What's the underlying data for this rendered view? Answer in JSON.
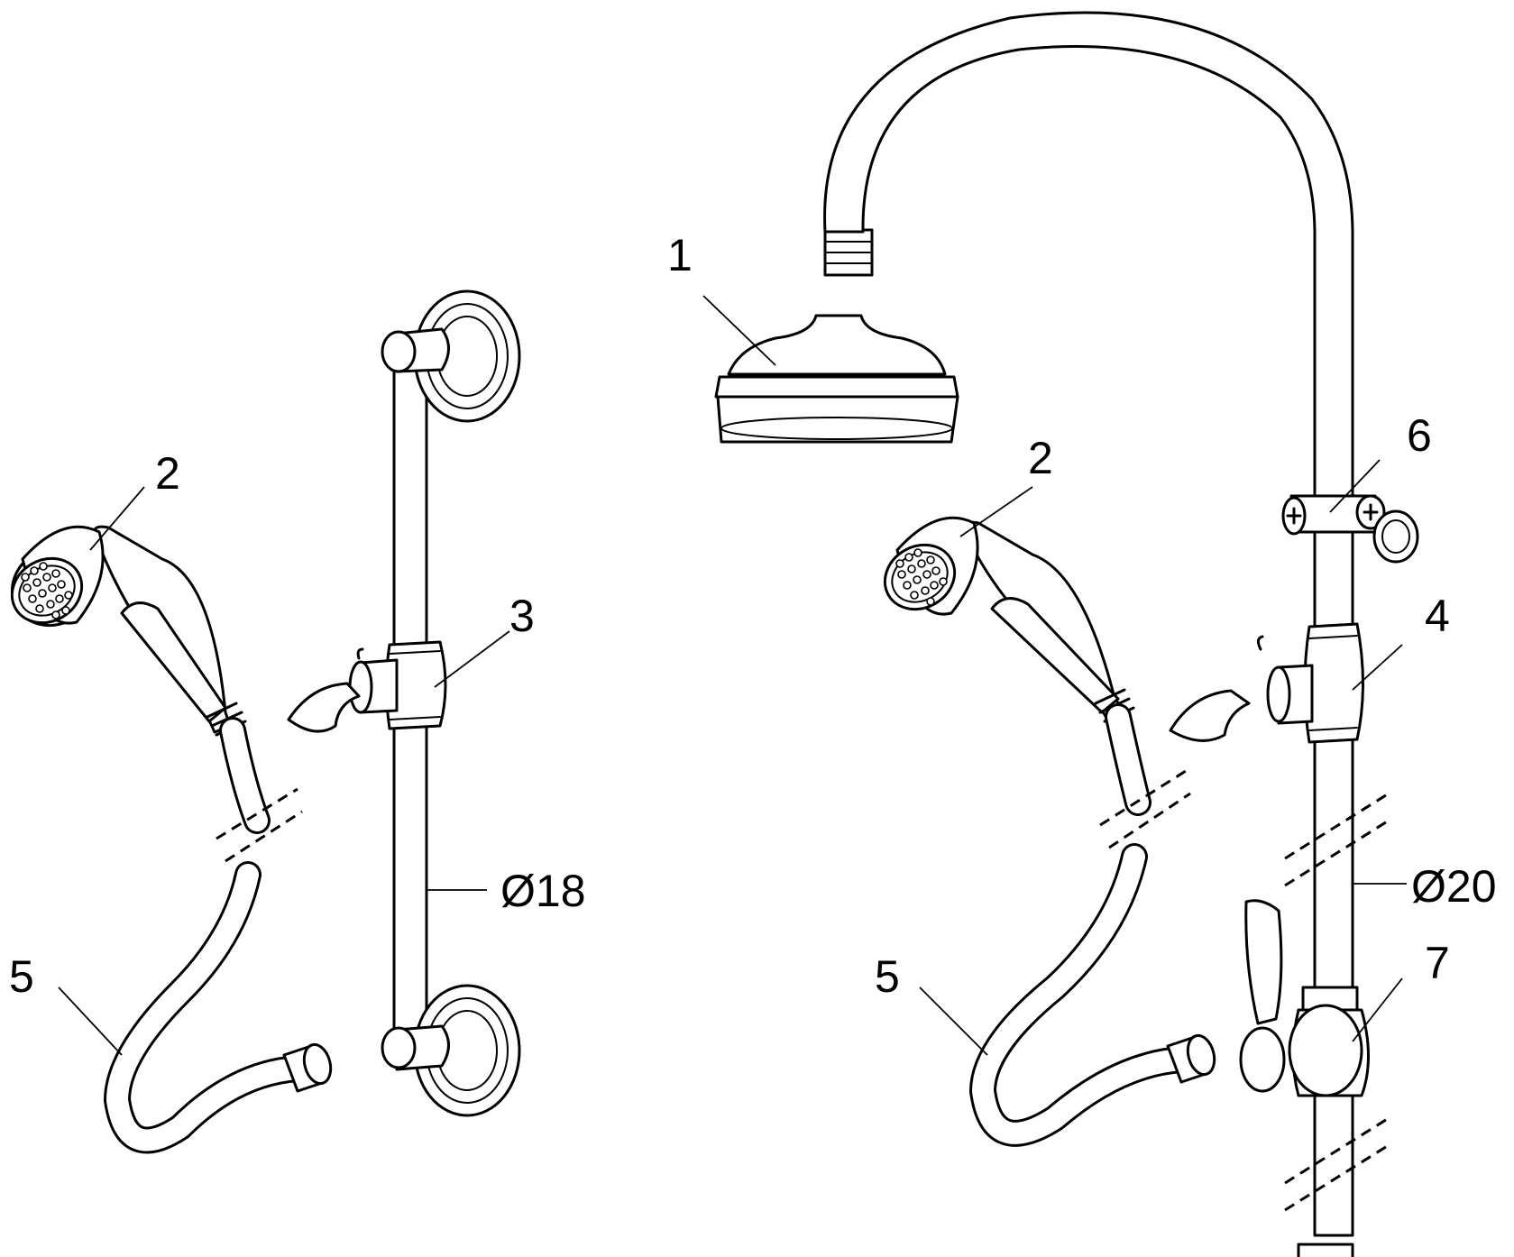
{
  "labels": {
    "l1": "1",
    "l2a": "2",
    "l2b": "2",
    "l3": "3",
    "l4": "4",
    "l5a": "5",
    "l5b": "5",
    "l6": "6",
    "l7": "7",
    "d18": "Ø18",
    "d20": "Ø20"
  }
}
